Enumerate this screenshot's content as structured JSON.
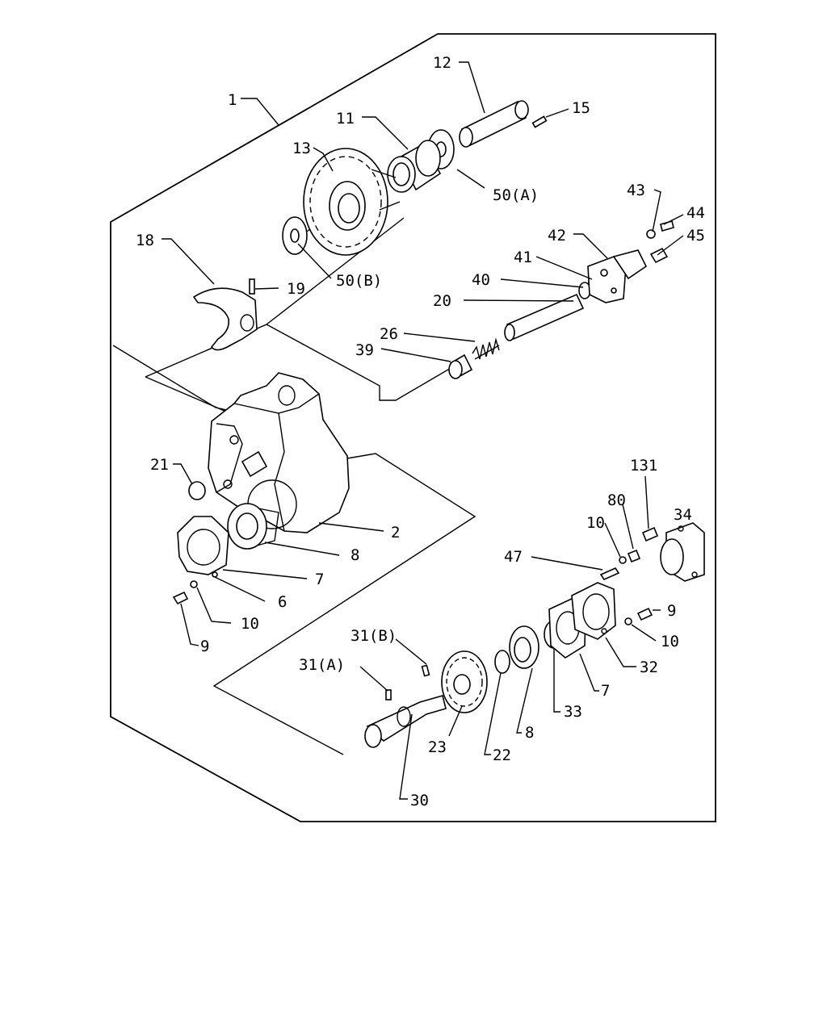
{
  "diagram": {
    "labels": {
      "p1": "1",
      "p2": "2",
      "p6": "6",
      "p7a": "7",
      "p7b": "7",
      "p8a": "8",
      "p8b": "8",
      "p9a": "9",
      "p9b": "9",
      "p10a": "10",
      "p10b": "10",
      "p10c": "10",
      "p11": "11",
      "p12": "12",
      "p13": "13",
      "p15": "15",
      "p18": "18",
      "p19": "19",
      "p20": "20",
      "p21": "21",
      "p22": "22",
      "p23": "23",
      "p26": "26",
      "p30": "30",
      "p31a": "31(A)",
      "p31b": "31(B)",
      "p32": "32",
      "p33": "33",
      "p34": "34",
      "p39": "39",
      "p40": "40",
      "p41": "41",
      "p42": "42",
      "p43": "43",
      "p44": "44",
      "p45": "45",
      "p47": "47",
      "p50a": "50(A)",
      "p50b": "50(B)",
      "p80": "80",
      "p131": "131"
    }
  }
}
